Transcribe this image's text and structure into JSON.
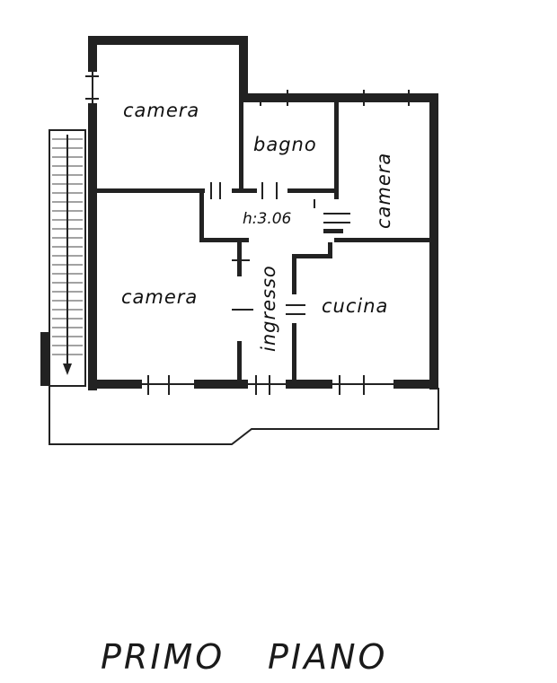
{
  "rooms": {
    "camera_top": "camera",
    "bagno": "bagno",
    "camera_right": "camera",
    "camera_left": "camera",
    "ingresso": "ingresso",
    "cucina": "cucina"
  },
  "ceiling_height": "h:3.06",
  "floor_title_1": "PRIMO",
  "floor_title_2": "PIANO",
  "colors": {
    "wall": "#222222",
    "background": "#ffffff"
  }
}
